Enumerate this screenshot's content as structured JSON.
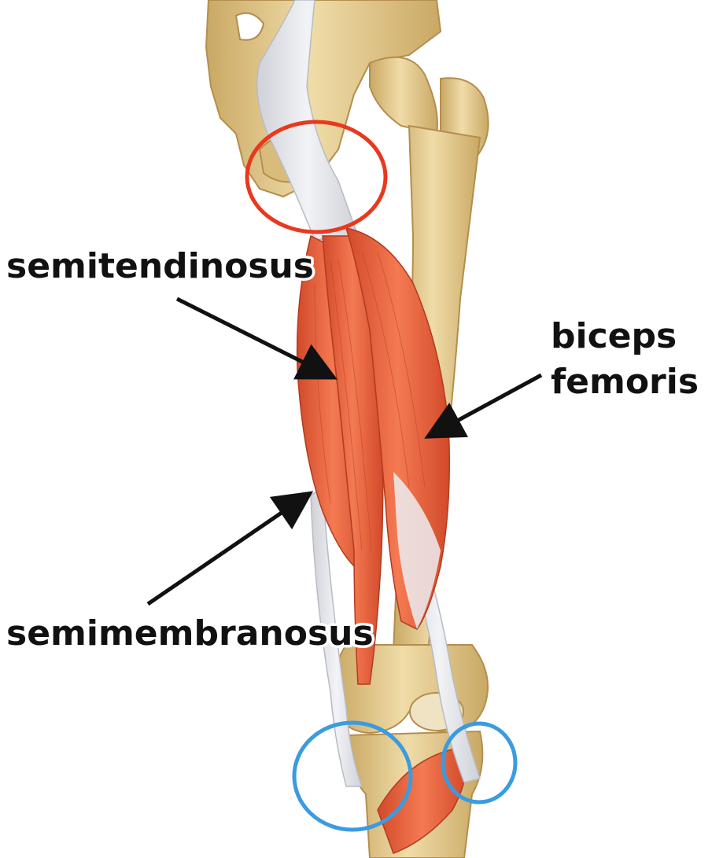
{
  "labels": {
    "semitendinosus": "semitendinosus",
    "biceps_line1": "biceps",
    "biceps_line2": "femoris",
    "semimembranosus": "semimembranosus"
  },
  "colors": {
    "bone": "#E9D29A",
    "bone_shadow": "#C9A864",
    "tendon": "#E3E4E8",
    "muscle": "#EE6A45",
    "muscle_dark": "#D24A2A",
    "muscle_light": "#F7A07F",
    "origin_circle": "#E8391E",
    "insertion_circle": "#3A9BE0",
    "arrow": "#111111",
    "text": "#111111"
  },
  "markers": {
    "origin": "red-ellipse",
    "insertions": "blue-circles"
  }
}
